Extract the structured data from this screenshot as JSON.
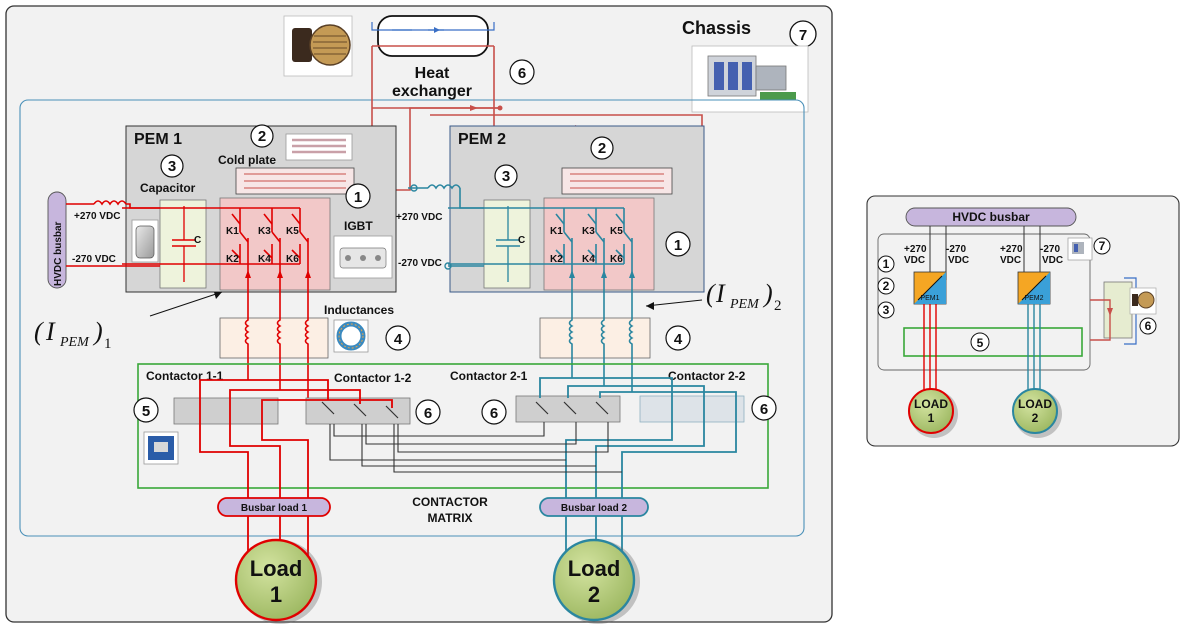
{
  "chassis": {
    "title": "Chassis",
    "number": "7"
  },
  "heat_exchanger": {
    "label_line1": "Heat",
    "label_line2": "exchanger",
    "number": "6"
  },
  "pem1": {
    "title": "PEM 1",
    "cold_plate_label": "Cold plate",
    "cold_plate_number": "2",
    "capacitor_label": "Capacitor",
    "capacitor_number": "3",
    "igbt_label": "IGBT",
    "igbt_number": "1",
    "cap_symbol": "C",
    "switches": [
      "K1",
      "K3",
      "K5",
      "K2",
      "K4",
      "K6"
    ]
  },
  "pem2": {
    "title": "PEM 2",
    "cold_plate_number": "2",
    "capacitor_number": "3",
    "igbt_number": "1",
    "cap_symbol": "C",
    "switches": [
      "K1",
      "K3",
      "K5",
      "K2",
      "K4",
      "K6"
    ]
  },
  "busbar": {
    "label": "HVDC busbar",
    "pos1": "+270 VDC",
    "neg1": "-270 VDC",
    "pos2": "+270 VDC",
    "neg2": "-270 VDC"
  },
  "current_labels": {
    "pem1": {
      "open": "(",
      "I": "I",
      "sub": "PEM",
      "close": ")",
      "index": "1"
    },
    "pem2": {
      "open": "(",
      "I": "I",
      "sub": "PEM",
      "close": ")",
      "index": "2"
    }
  },
  "inductances": {
    "label": "Inductances",
    "number1": "4",
    "number2": "4"
  },
  "contactors": {
    "c11": "Contactor 1-1",
    "c12": "Contactor 1-2",
    "c21": "Contactor 2-1",
    "c22": "Contactor 2-2",
    "num_left": "5",
    "num_c12": "6",
    "num_c21": "6",
    "num_c22": "6"
  },
  "matrix": {
    "line1": "CONTACTOR",
    "line2": "MATRIX"
  },
  "busbar_loads": {
    "load1": "Busbar load 1",
    "load2": "Busbar load 2"
  },
  "loads": {
    "load1_line1": "Load",
    "load1_line2": "1",
    "load2_line1": "Load",
    "load2_line2": "2"
  },
  "mini": {
    "busbar": "HVDC busbar",
    "pem1_pos": "+270",
    "pem1_pos_unit": "VDC",
    "pem1_neg": "-270",
    "pem1_neg_unit": "VDC",
    "pem2_pos": "+270",
    "pem2_pos_unit": "VDC",
    "pem2_neg": "-270",
    "pem2_neg_unit": "VDC",
    "pem1_label": "PEM1",
    "pem2_label": "PEM2",
    "n1": "1",
    "n2": "2",
    "n3": "3",
    "n5": "5",
    "n6": "6",
    "n7": "7",
    "load1_line1": "LOAD",
    "load1_line2": "1",
    "load2_line1": "LOAD",
    "load2_line2": "2"
  },
  "colors": {
    "red": "#e00000",
    "teal": "#2a86a0",
    "coolant": "#c8504a",
    "pem_fill": "#d6d6d6",
    "igbt_fill": "#f2c8c8",
    "cap_fill": "#eef3dc",
    "load_fill": "#b6cc7a",
    "matrix_border": "#3aa83a"
  },
  "icons": [
    "heat-exchanger-photo",
    "chassis-render",
    "cold-plate-photo",
    "capacitor-photo",
    "igbt-module-photo",
    "toroid-inductor-photo",
    "contactor-photo"
  ]
}
